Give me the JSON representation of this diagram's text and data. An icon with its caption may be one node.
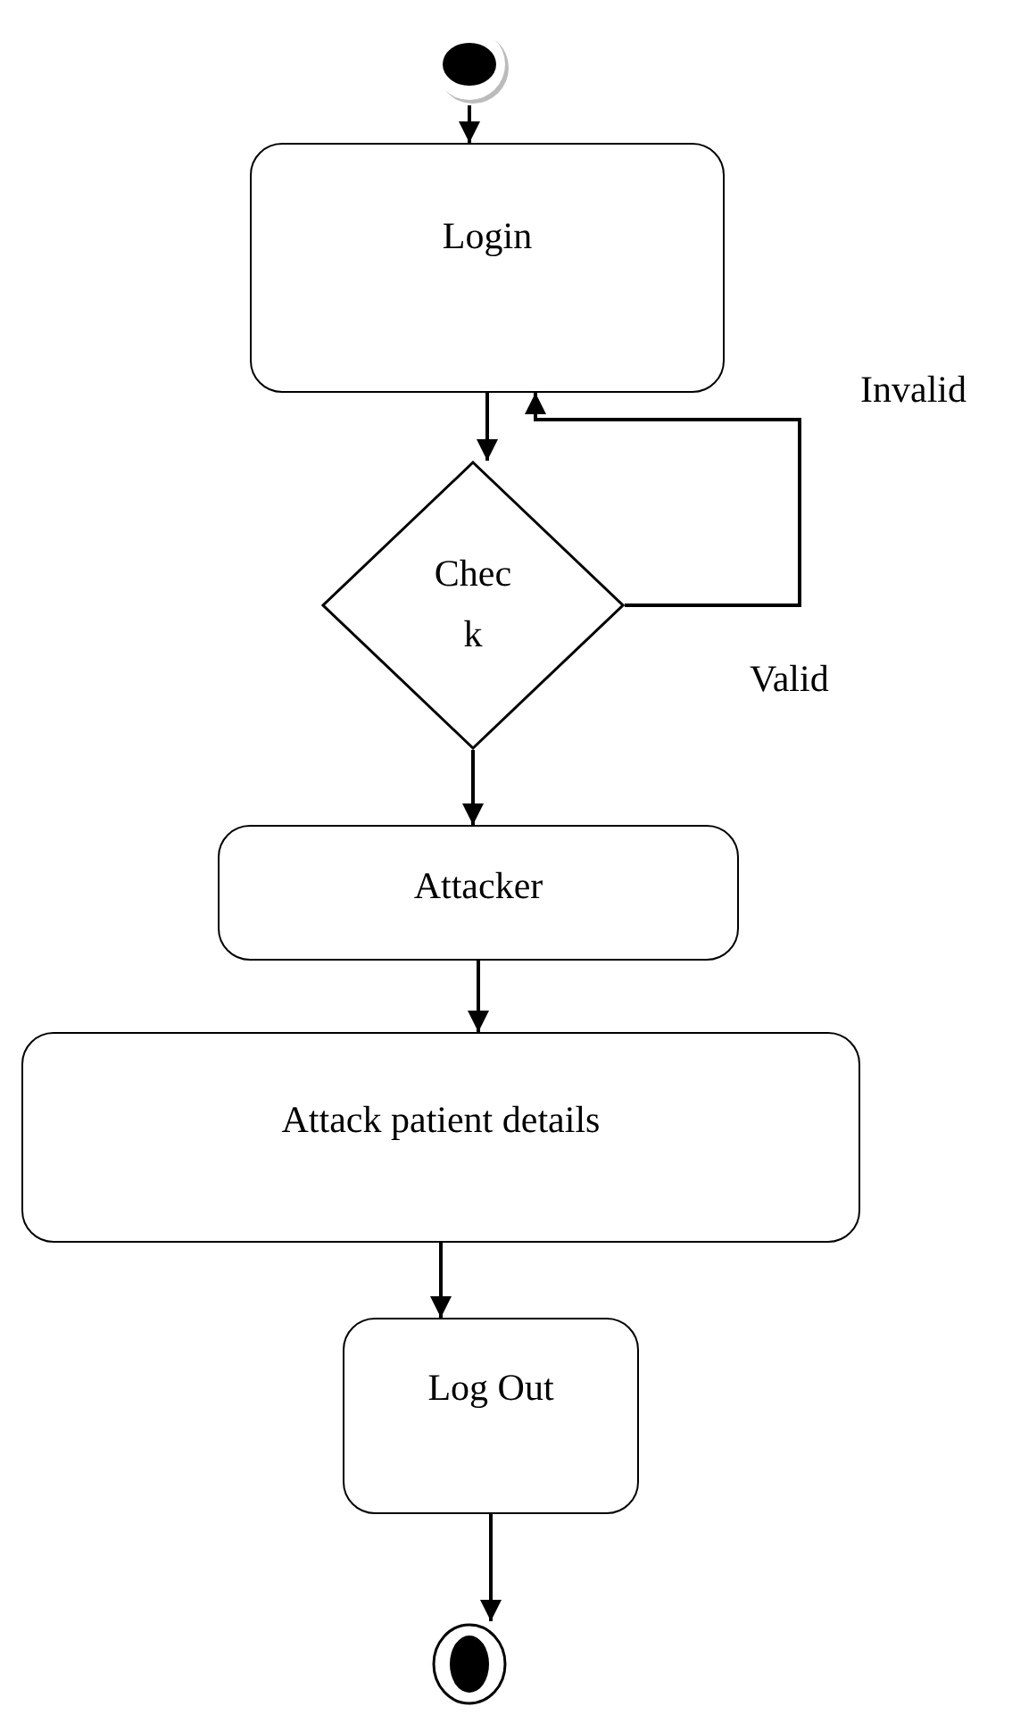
{
  "diagram": {
    "nodes": [
      {
        "text": [],
        "shape": "circle"
      },
      {
        "text": [
          "Login"
        ]
      },
      {
        "text": [
          "Chec k"
        ]
      },
      {
        "text": [
          "Attacker"
        ]
      },
      {
        "text": [
          "Attack patient details"
        ]
      },
      {
        "text": [
          "Log Out"
        ]
      },
      {
        "text": [],
        "shape": "circle"
      }
    ],
    "edges": [
      {
        "from": 0,
        "to": 1,
        "arrow": "to"
      },
      {
        "from": 1,
        "to": 2,
        "arrow": "to"
      },
      {
        "from": 2,
        "to": 1,
        "arrow": "to"
      },
      {
        "from": 2,
        "to": 3,
        "arrow": "to"
      },
      {
        "from": 3,
        "to": 4,
        "arrow": "to"
      },
      {
        "from": 4,
        "to": 5,
        "arrow": "to"
      },
      {
        "from": 5,
        "to": 6,
        "arrow": "to"
      }
    ],
    "labels": [
      "Invalid",
      "Valid"
    ]
  }
}
